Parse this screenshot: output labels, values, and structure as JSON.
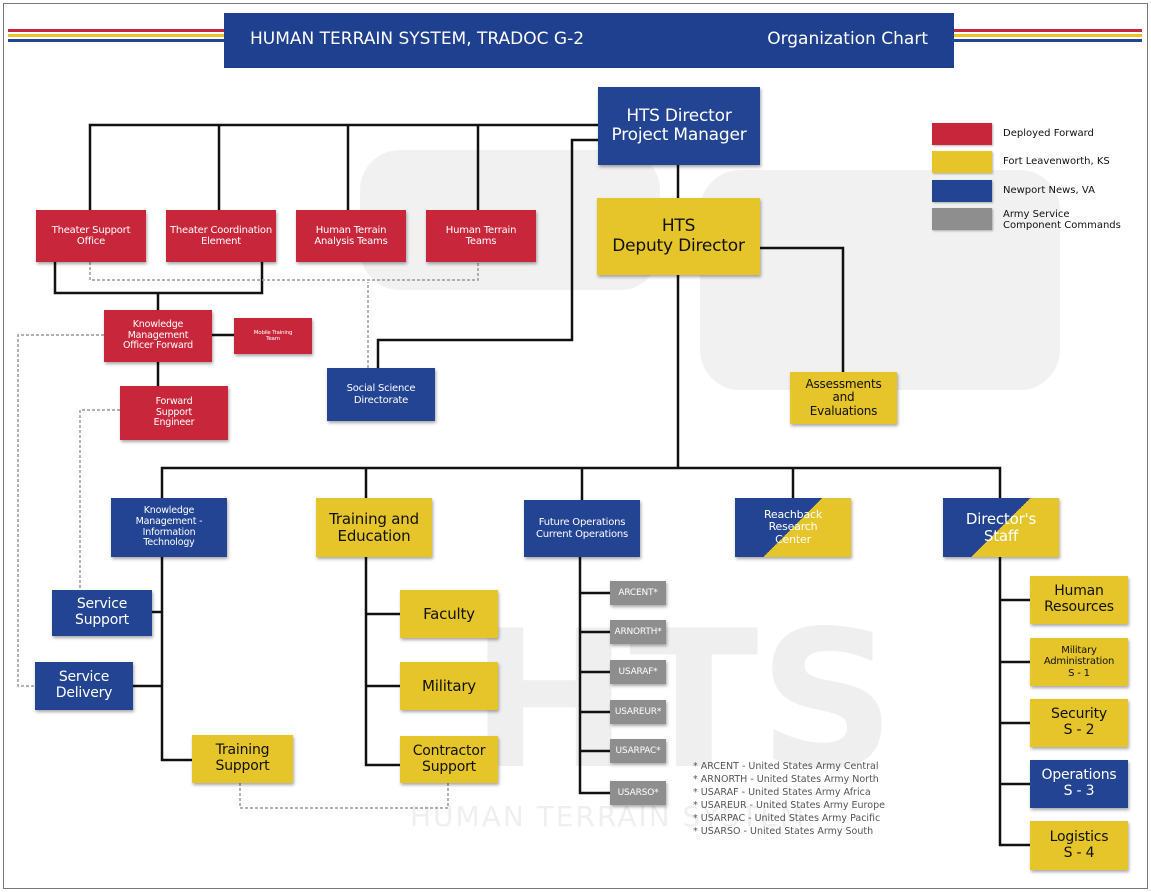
{
  "header": {
    "title": "HUMAN TERRAIN SYSTEM, TRADOC G-2",
    "subtitle": "Organization Chart"
  },
  "legend": [
    {
      "label": "Deployed Forward",
      "color": "#c8273b"
    },
    {
      "label": "Fort Leavenworth, KS",
      "color": "#e5c529"
    },
    {
      "label": "Newport News, VA",
      "color": "#234493"
    },
    {
      "label": "Army Service Component Commands",
      "color": "#8e8e8e"
    }
  ],
  "nodes": {
    "director": "HTS Director\nProject Manager",
    "deputy": "HTS\nDeputy Director",
    "tso": "Theater Support\nOffice",
    "tce": "Theater Coordination\nElement",
    "htat": "Human Terrain\nAnalysis Teams",
    "htt": "Human Terrain\nTeams",
    "kmof": "Knowledge\nManagement\nOfficer Forward",
    "mtt": "Mobile Training\nTeam",
    "fse": "Forward\nSupport\nEngineer",
    "ssd": "Social Science\nDirectorate",
    "ae": "Assessments\nand\nEvaluations",
    "kmit": "Knowledge\nManagement -\nInformation\nTechnology",
    "te": "Training and\nEducation",
    "fo": "Future Operations\nCurrent Operations",
    "rrc": "Reachback\nResearch\nCenter",
    "ds": "Director's\nStaff",
    "ss": "Service\nSupport",
    "sd": "Service\nDelivery",
    "ts": "Training\nSupport",
    "fac": "Faculty",
    "mil": "Military",
    "cs": "Contractor\nSupport",
    "hr": "Human\nResources",
    "ma": "Military\nAdministration\nS - 1",
    "sec": "Security\nS - 2",
    "ops": "Operations\nS - 3",
    "log": "Logistics\nS - 4"
  },
  "asccs": [
    "ARCENT*",
    "ARNORTH*",
    "USARAF*",
    "USAREUR*",
    "USARPAC*",
    "USARSO*"
  ],
  "footnotes": [
    "* ARCENT - United States Army Central",
    "* ARNORTH - United States Army North",
    "* USARAF - United States Army Africa",
    "* USAREUR - United States Army Europe",
    "* USARPAC - United States Army Pacific",
    "* USARSO - United States Army South"
  ],
  "watermark": {
    "logo": "HTS",
    "text": "HUMAN TERRAIN SYSTEM"
  }
}
